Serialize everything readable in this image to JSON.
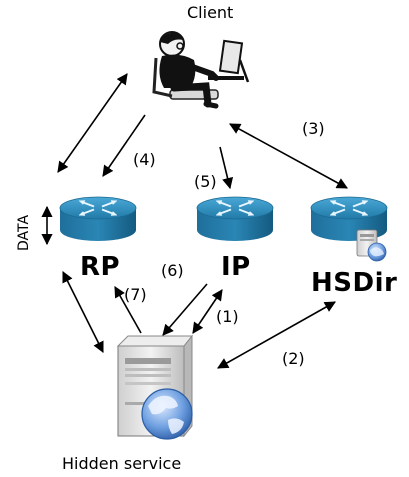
{
  "client": {
    "label": "Client",
    "icon": "client-user-icon"
  },
  "hidden_service": {
    "label": "Hidden service",
    "icon": "server-globe-icon"
  },
  "routers": [
    {
      "name": "RP",
      "icon": "router-icon"
    },
    {
      "name": "IP",
      "icon": "router-icon"
    },
    {
      "name": "HSDir",
      "icon": "router-directory-icon"
    }
  ],
  "data_label": "DATA",
  "steps": [
    "(1)",
    "(2)",
    "(3)",
    "(4)",
    "(5)",
    "(6)",
    "(7)"
  ],
  "colors": {
    "router_top": "#2e8cb8",
    "router_side": "#17628a",
    "router_arrows": "#d9f0fb",
    "server_body": "#e6e6e6",
    "globe": "#3a78c8"
  }
}
